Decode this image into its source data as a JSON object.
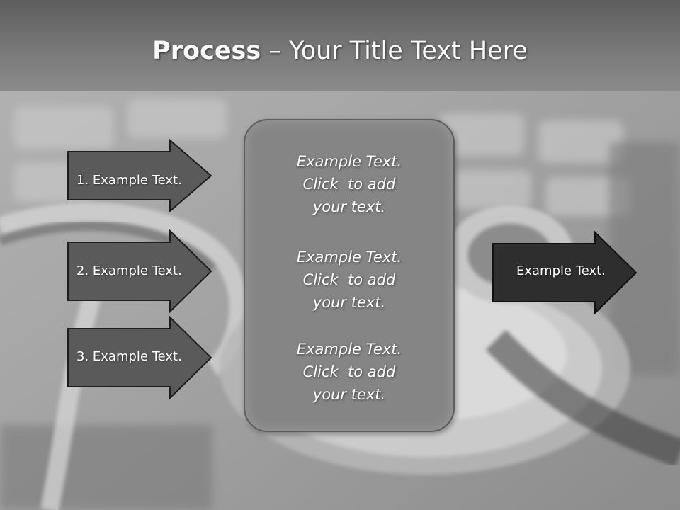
{
  "slide": {
    "title_bold": "Process",
    "title_rest": " – Your Title Text Here"
  },
  "left_arrows": [
    {
      "label": "1. Example Text."
    },
    {
      "label": "2. Example Text."
    },
    {
      "label": "3. Example Text."
    }
  ],
  "center_box": {
    "blocks": [
      {
        "lines": [
          "Example Text.",
          "Click  to add",
          "your text."
        ]
      },
      {
        "lines": [
          "Example Text.",
          "Click  to add",
          "your text."
        ]
      },
      {
        "lines": [
          "Example Text.",
          "Click  to add",
          "your text."
        ]
      }
    ]
  },
  "right_arrow": {
    "label": "Example Text."
  },
  "colors": {
    "left_arrow_fill": "#5a5a5a",
    "right_arrow_fill": "#2e2e2e",
    "center_box_fill": "#858585"
  }
}
